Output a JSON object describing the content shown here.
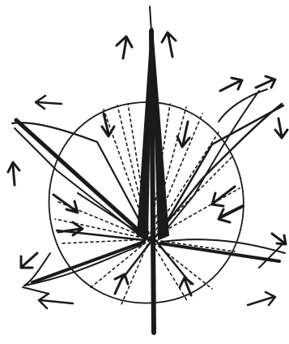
{
  "figure": {
    "description_free": true,
    "ink_color": "#1a1a1a",
    "background_color": "#ffffff",
    "elements": {
      "circle": "outline-circle",
      "star": "eight-point-star",
      "rays": "dashed-radial-lines",
      "arrows": "motion-arrows"
    }
  }
}
